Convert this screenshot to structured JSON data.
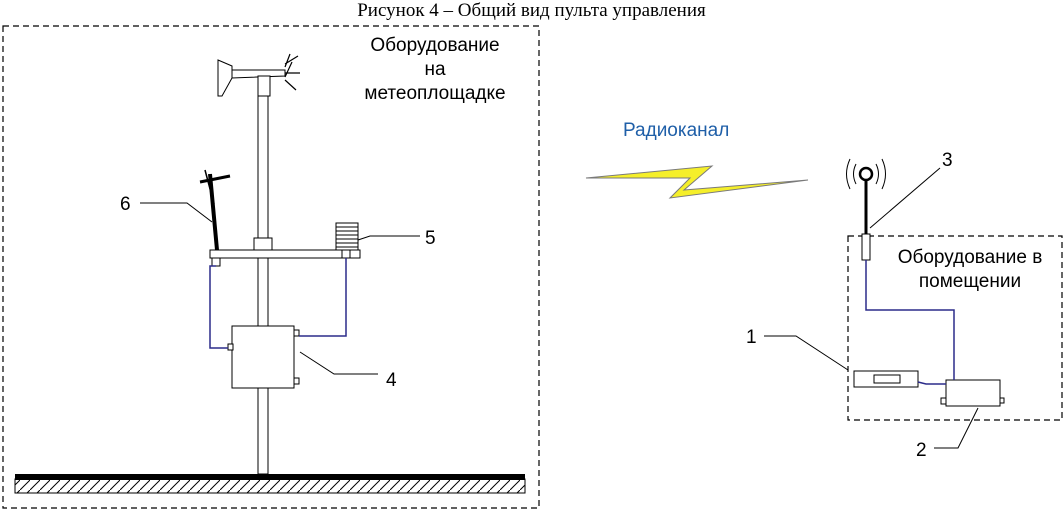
{
  "caption": "Рисунок 4 – Общий вид пульта управления",
  "outdoor_box": {
    "title_lines": [
      "Оборудование",
      "на",
      "метеоплощадке"
    ]
  },
  "indoor_box": {
    "title_lines": [
      "Оборудование в",
      "помещении"
    ]
  },
  "radio_label": "Радиоканал",
  "callouts": {
    "c1": "1",
    "c2": "2",
    "c3": "3",
    "c4": "4",
    "c5": "5",
    "c6": "6"
  },
  "colors": {
    "line": "#000000",
    "cable": "#2b2b8a",
    "lightning_fill": "#f5ef2a",
    "radio_text": "#1f5fa8",
    "ground_hatch": "#000000"
  }
}
